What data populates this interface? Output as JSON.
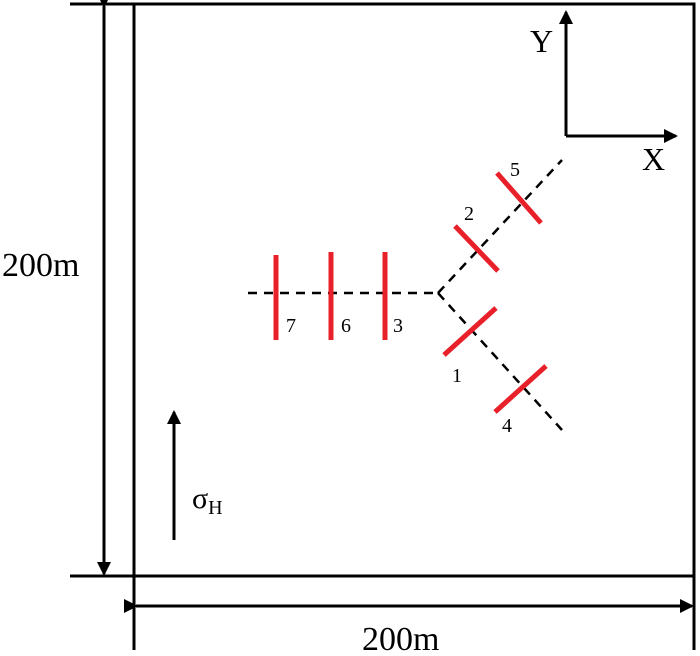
{
  "dimensions": {
    "vertical_label": "200m",
    "horizontal_label": "200m"
  },
  "axes": {
    "x_label": "X",
    "y_label": "Y"
  },
  "stress": {
    "symbol": "σ",
    "subscript": "H"
  },
  "fractures": [
    {
      "id": "1",
      "label": "1"
    },
    {
      "id": "2",
      "label": "2"
    },
    {
      "id": "3",
      "label": "3"
    },
    {
      "id": "4",
      "label": "4"
    },
    {
      "id": "5",
      "label": "5"
    },
    {
      "id": "6",
      "label": "6"
    },
    {
      "id": "7",
      "label": "7"
    }
  ],
  "colors": {
    "fracture": "#e8202a",
    "line": "#000000"
  }
}
